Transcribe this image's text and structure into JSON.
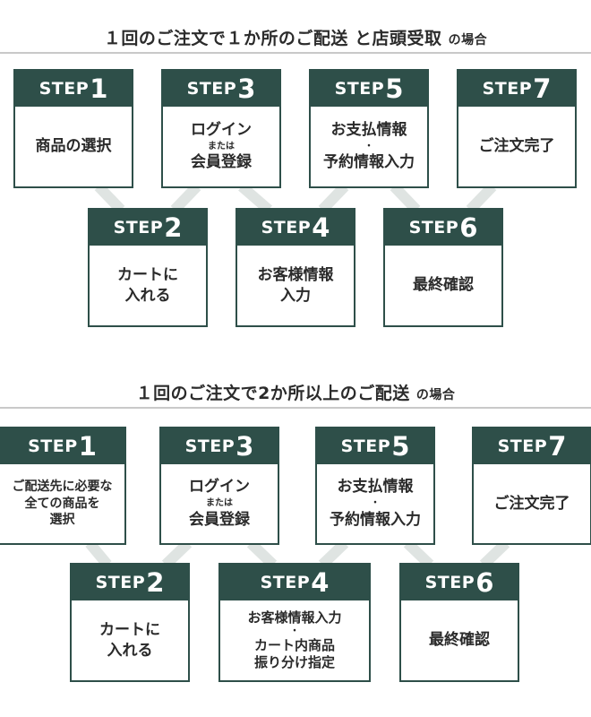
{
  "colors": {
    "box_dark": "#2e4f49",
    "connector": "#dfe4e2",
    "rule": "#c9c9c9"
  },
  "section1": {
    "title": "１回のご注文で１か所のご配送",
    "title_suffix_1": "と店頭受取",
    "title_suffix_2": "の場合",
    "steps": [
      {
        "word": "STEP",
        "num": "1",
        "lines": [
          "商品の選択"
        ]
      },
      {
        "word": "STEP",
        "num": "2",
        "lines": [
          "カートに",
          "入れる"
        ]
      },
      {
        "word": "STEP",
        "num": "3",
        "lines": [
          "ログイン",
          "または",
          "会員登録"
        ]
      },
      {
        "word": "STEP",
        "num": "4",
        "lines": [
          "お客様情報",
          "入力"
        ]
      },
      {
        "word": "STEP",
        "num": "5",
        "lines": [
          "お支払情報",
          "・",
          "予約情報入力"
        ]
      },
      {
        "word": "STEP",
        "num": "6",
        "lines": [
          "最終確認"
        ]
      },
      {
        "word": "STEP",
        "num": "7",
        "lines": [
          "ご注文完了"
        ]
      }
    ]
  },
  "section2": {
    "title": "１回のご注文で2か所以上のご配送",
    "title_suffix": "の場合",
    "steps": [
      {
        "word": "STEP",
        "num": "1",
        "lines": [
          "ご配送先に必要な",
          "全ての商品を",
          "選択"
        ]
      },
      {
        "word": "STEP",
        "num": "2",
        "lines": [
          "カートに",
          "入れる"
        ]
      },
      {
        "word": "STEP",
        "num": "3",
        "lines": [
          "ログイン",
          "または",
          "会員登録"
        ]
      },
      {
        "word": "STEP",
        "num": "4",
        "lines": [
          "お客様情報入力",
          "・",
          "カート内商品",
          "振り分け指定"
        ]
      },
      {
        "word": "STEP",
        "num": "5",
        "lines": [
          "お支払情報",
          "・",
          "予約情報入力"
        ]
      },
      {
        "word": "STEP",
        "num": "6",
        "lines": [
          "最終確認"
        ]
      },
      {
        "word": "STEP",
        "num": "7",
        "lines": [
          "ご注文完了"
        ]
      }
    ]
  }
}
